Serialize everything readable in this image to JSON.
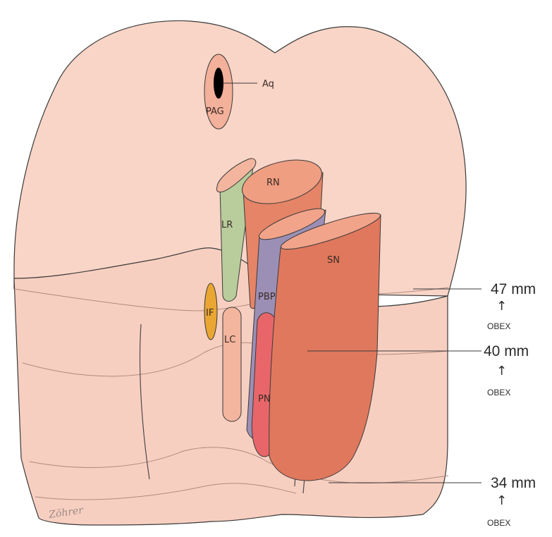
{
  "structures": {
    "aq": "Aq",
    "pag": "PAG",
    "rn": "RN",
    "lr": "LR",
    "sn": "SN",
    "pbp": "PBP",
    "if": "IF",
    "lc": "LC",
    "pn": "PN"
  },
  "levels": [
    {
      "value": "47 mm",
      "ref": "OBEX",
      "arrow": "↑"
    },
    {
      "value": "40 mm",
      "ref": "OBEX",
      "arrow": "↑"
    },
    {
      "value": "34 mm",
      "ref": "OBEX",
      "arrow": "↑"
    }
  ],
  "signature": "Zöhrer",
  "colors": {
    "brainstem": "#f9d5c7",
    "brainstem_lower": "#f7cfc0",
    "outline": "#3a3a3a",
    "rn": "#ef9e82",
    "rn_side": "#e58466",
    "sn": "#e0785d",
    "sn_top": "#f2a48a",
    "pbp": "#9c8fb5",
    "pn": "#e86669",
    "lr": "#b9cc9c",
    "lc": "#f3b59e",
    "if": "#e9a632",
    "pag": "#f3b09a",
    "aq": "#000000"
  }
}
